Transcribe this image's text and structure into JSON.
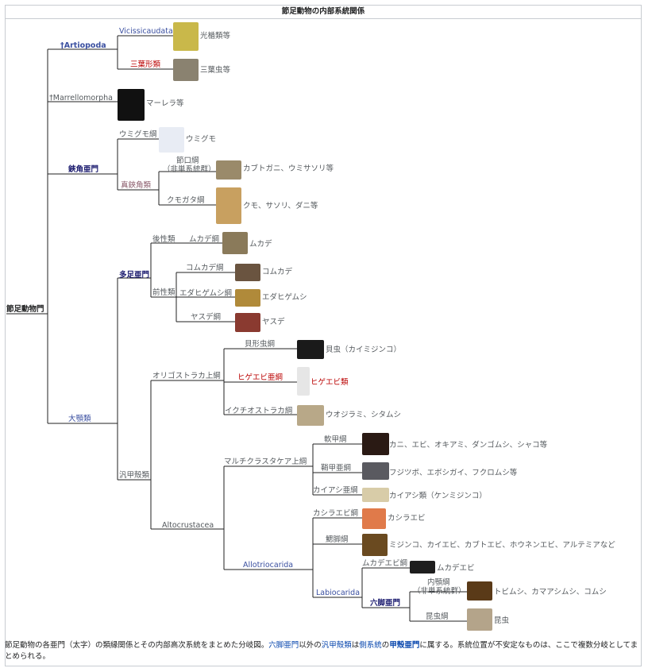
{
  "title": "節足動物の内部系統関係",
  "root_label": "節足動物門",
  "nodes": {
    "artiopoda": "†Artiopoda",
    "vicissicaudata": "Vicissicaudata",
    "vicissicaudata_desc": "光楯類等",
    "trilobita": "三葉形類",
    "trilobita_desc": "三葉虫等",
    "marrellomorpha": "†Marrellomorpha",
    "marrellomorpha_desc": "マーレラ等",
    "chelicerata": "鋏角亜門",
    "pycnogonida": "ウミグモ綱",
    "pycnogonida_desc": "ウミグモ",
    "euchelicerata": "真鋏角類",
    "merostomata_1": "節口綱",
    "merostomata_2": "（非単系統群）",
    "merostomata_desc": "カブトガニ、ウミサソリ等",
    "arachnida": "クモガタ綱",
    "arachnida_desc": "クモ、サソリ、ダニ等",
    "mandibulata": "大顎類",
    "myriapoda": "多足亜門",
    "opisthogoneata": "後性類",
    "chilopoda": "ムカデ綱",
    "chilopoda_desc": "ムカデ",
    "progoneata": "前性類",
    "symphyla": "コムカデ綱",
    "symphyla_desc": "コムカデ",
    "pauropoda": "エダヒゲムシ綱",
    "pauropoda_desc": "エダヒゲムシ",
    "diplopoda": "ヤスデ綱",
    "diplopoda_desc": "ヤスデ",
    "pancrustacea": "汎甲殻類",
    "oligostraca": "オリゴストラカ上綱",
    "ostracoda": "貝形虫綱",
    "ostracoda_desc": "貝虫（カイミジンコ）",
    "mystacocarida": "ヒゲエビ亜綱",
    "mystacocarida_desc": "ヒゲエビ類",
    "ichthyostraca": "イクチオストラカ綱",
    "ichthyostraca_desc": "ウオジラミ、シタムシ",
    "altocrustacea": "Altocrustacea",
    "multicrustacea": "マルチクラスタケア上綱",
    "malacostraca": "軟甲綱",
    "malacostraca_desc": "カニ、エビ、オキアミ、ダンゴムシ、シャコ等",
    "thecostraca": "鞘甲亜綱",
    "thecostraca_desc": "フジツボ、エボシガイ、フクロムシ等",
    "copepoda": "カイアシ亜綱",
    "copepoda_desc": "カイアシ類（ケンミジンコ）",
    "allotriocarida": "Allotriocarida",
    "cephalocarida": "カシラエビ綱",
    "cephalocarida_desc": "カシラエビ",
    "branchiopoda": "鰓脚綱",
    "branchiopoda_desc": "ミジンコ、カイエビ、カブトエビ、ホウネンエビ、アルテミアなど",
    "labiocarida": "Labiocarida",
    "remipedia": "ムカデエビ綱",
    "remipedia_desc": "ムカデエビ",
    "hexapoda": "六脚亜門",
    "entognatha_1": "内顎綱",
    "entognatha_2": "（非単系統群）",
    "entognatha_desc": "トビムシ、カマアシムシ、コムシ",
    "insecta": "昆虫綱",
    "insecta_desc": "昆虫"
  },
  "caption": {
    "part1": "節足動物の各亜門（太字）の類縁関係とその内部高次系統をまとめた分岐図。",
    "link1": "六脚亜門",
    "part2": "以外の",
    "link2": "汎甲殻類",
    "part3": "は",
    "link3": "側系統",
    "part4": "の",
    "link4": "甲殻亜門",
    "part5": "に属する。系統位置が不安定なものは、ここで複数分岐としてまとめられる。"
  },
  "colors": {
    "line": "#202122",
    "link": "#3a4fa0",
    "red": "#ba0000",
    "border": "#c8ccd1"
  }
}
